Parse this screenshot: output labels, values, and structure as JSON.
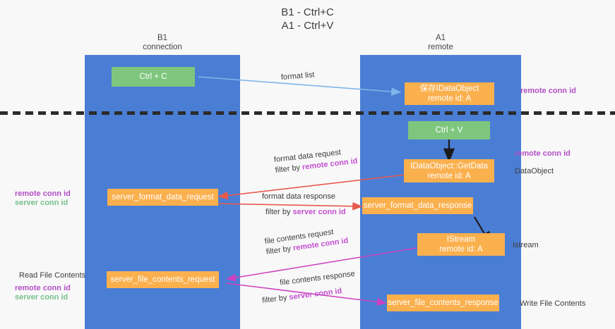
{
  "diagram": {
    "title_line1": "B1 - Ctrl+C",
    "title_line2": "A1 - Ctrl+V",
    "colors": {
      "lane": "#4a7ed4",
      "green_node": "#7ec67e",
      "orange_node": "#fbb04e",
      "remote_conn_id": "#b34fc6",
      "server_conn_id": "#76c08a",
      "format_arrow": "#7fb5e8",
      "data_arrow": "#e8594f",
      "file_arrow": "#cc3fbf",
      "divider": "#2b2b2b"
    },
    "lanes": [
      {
        "id": "b1",
        "title": "B1",
        "subtitle": "connection"
      },
      {
        "id": "a1",
        "title": "A1",
        "subtitle": "remote"
      }
    ],
    "nodes": [
      {
        "id": "ctrl-c",
        "line1": "Ctrl + C",
        "line2": "",
        "style": "green"
      },
      {
        "id": "idataobject",
        "line1": "保存IDataObject",
        "line2": "remote id: A",
        "style": "orange"
      },
      {
        "id": "ctrl-v",
        "line1": "Ctrl + V",
        "line2": "",
        "style": "green"
      },
      {
        "id": "getdata",
        "line1": "IDataObject::GetData",
        "line2": "remote id: A",
        "style": "orange"
      },
      {
        "id": "server-format-data-request",
        "line1": "server_format_data_request",
        "line2": "",
        "style": "orange"
      },
      {
        "id": "server-format-data-response",
        "line1": "server_format_data_response",
        "line2": "",
        "style": "orange"
      },
      {
        "id": "istream",
        "line1": "IStream",
        "line2": "remote id: A",
        "style": "orange"
      },
      {
        "id": "server-file-contents-request",
        "line1": "server_file_contents_request",
        "line2": "",
        "style": "orange"
      },
      {
        "id": "server-file-contents-response",
        "line1": "server_file_contents_response",
        "line2": "",
        "style": "orange"
      }
    ],
    "edge_labels": [
      {
        "id": "format-list",
        "line1": "format list",
        "line2_prefix": "",
        "line2_hl": ""
      },
      {
        "id": "format-data-request",
        "line1": "format data request",
        "line2_prefix": "filter by ",
        "line2_hl": "remote conn id"
      },
      {
        "id": "format-data-response",
        "line1": "format data response",
        "line2_prefix": "filter by ",
        "line2_hl": "server conn id"
      },
      {
        "id": "file-contents-request",
        "line1": "file contents request",
        "line2_prefix": "filter by ",
        "line2_hl": "remote conn id"
      },
      {
        "id": "file-contents-response",
        "line1": "file contents response",
        "line2_prefix": "filter by ",
        "line2_hl": "server conn id"
      }
    ],
    "side_labels": {
      "right_top_remote": "remote conn id",
      "right_mid_remote": "remote conn id",
      "right_dataobject": "DataObject",
      "right_istream": "Istream",
      "right_write_file": "Write File Contents",
      "left_remote_1": "remote conn id",
      "left_server_1": "server conn id",
      "left_read_file": "Read File Contents",
      "left_remote_2": "remote conn id",
      "left_server_2": "server conn id"
    }
  }
}
